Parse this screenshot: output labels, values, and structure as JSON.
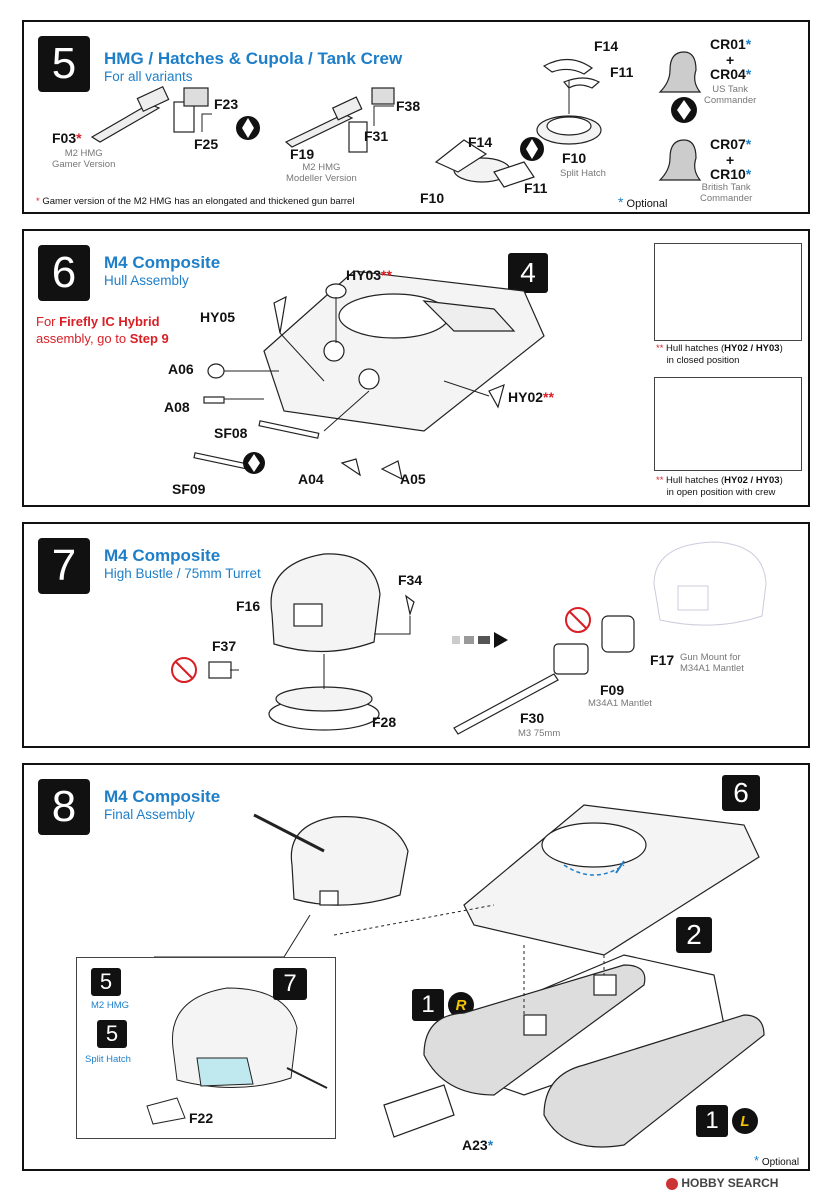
{
  "step5": {
    "number": "5",
    "title": "HMG / Hatches & Cupola / Tank Crew",
    "subtitle": "For all variants",
    "parts": {
      "f03": "F03",
      "f03_note": "M2 HMG",
      "f03_note2": "Gamer Version",
      "f23": "F23",
      "f25": "F25",
      "f19": "F19",
      "f19_note": "M2 HMG",
      "f19_note2": "Modeller Version",
      "f38": "F38",
      "f31": "F31",
      "f14a": "F14",
      "f11a": "F11",
      "f10a": "F10",
      "f10a_note": "Split Hatch",
      "f14b": "F14",
      "f10b": "F10",
      "f11b": "F11",
      "cr01": "CR01",
      "plus1": "+",
      "cr04": "CR04",
      "cr_us_note1": "US Tank",
      "cr_us_note2": "Commander",
      "cr07": "CR07",
      "plus2": "+",
      "cr10": "CR10",
      "cr_br_note1": "British Tank",
      "cr_br_note2": "Commander"
    },
    "star": "*",
    "footnote": "Gamer version of the M2 HMG has an elongated and thickened gun barrel",
    "optional": "Optional"
  },
  "step6": {
    "number": "6",
    "title": "M4 Composite",
    "subtitle": "Hull Assembly",
    "ref_step": "4",
    "firefly_line1": "For",
    "firefly_bold": "Firefly IC Hybrid",
    "firefly_line2": "assembly, go to",
    "firefly_step": "Step 9",
    "parts": {
      "hy03": "HY03",
      "hy05": "HY05",
      "a06": "A06",
      "a08": "A08",
      "sf08": "SF08",
      "sf09": "SF09",
      "a04": "A04",
      "a05": "A05",
      "hy02": "HY02"
    },
    "double_star": "**",
    "note_closed_pre": "Hull hatches (",
    "note_closed_parts": "HY02 / HY03",
    "note_closed_post": ")",
    "note_closed_line2": "in closed position",
    "note_open_pre": "Hull hatches (",
    "note_open_parts": "HY02 / HY03",
    "note_open_post": ")",
    "note_open_line2": "in open position with crew"
  },
  "step7": {
    "number": "7",
    "title": "M4 Composite",
    "subtitle": "High Bustle / 75mm Turret",
    "parts": {
      "f16": "F16",
      "f34": "F34",
      "f37": "F37",
      "f28": "F28",
      "f17": "F17",
      "f17_note1": "Gun Mount for",
      "f17_note2": "M34A1 Mantlet",
      "f09": "F09",
      "f09_note": "M34A1 Mantlet",
      "f30": "F30",
      "f30_note": "M3 75mm"
    }
  },
  "step8": {
    "number": "8",
    "title": "M4 Composite",
    "subtitle": "Final Assembly",
    "ref6": "6",
    "ref2": "2",
    "ref7": "7",
    "ref1r_num": "1",
    "ref1r_badge": "R",
    "ref1l_num": "1",
    "ref1l_badge": "L",
    "inset_ref5a": "5",
    "inset_ref5a_note": "M2 HMG",
    "inset_ref5b": "5",
    "inset_ref5b_note": "Split Hatch",
    "f22": "F22",
    "a23": "A23",
    "star": "*",
    "optional": "Optional"
  },
  "watermark": "HOBBY SEARCH",
  "colors": {
    "accent_blue": "#1e7fc8",
    "red": "#d81f26",
    "ink": "#111111",
    "badge_yellow": "#f5c400"
  }
}
